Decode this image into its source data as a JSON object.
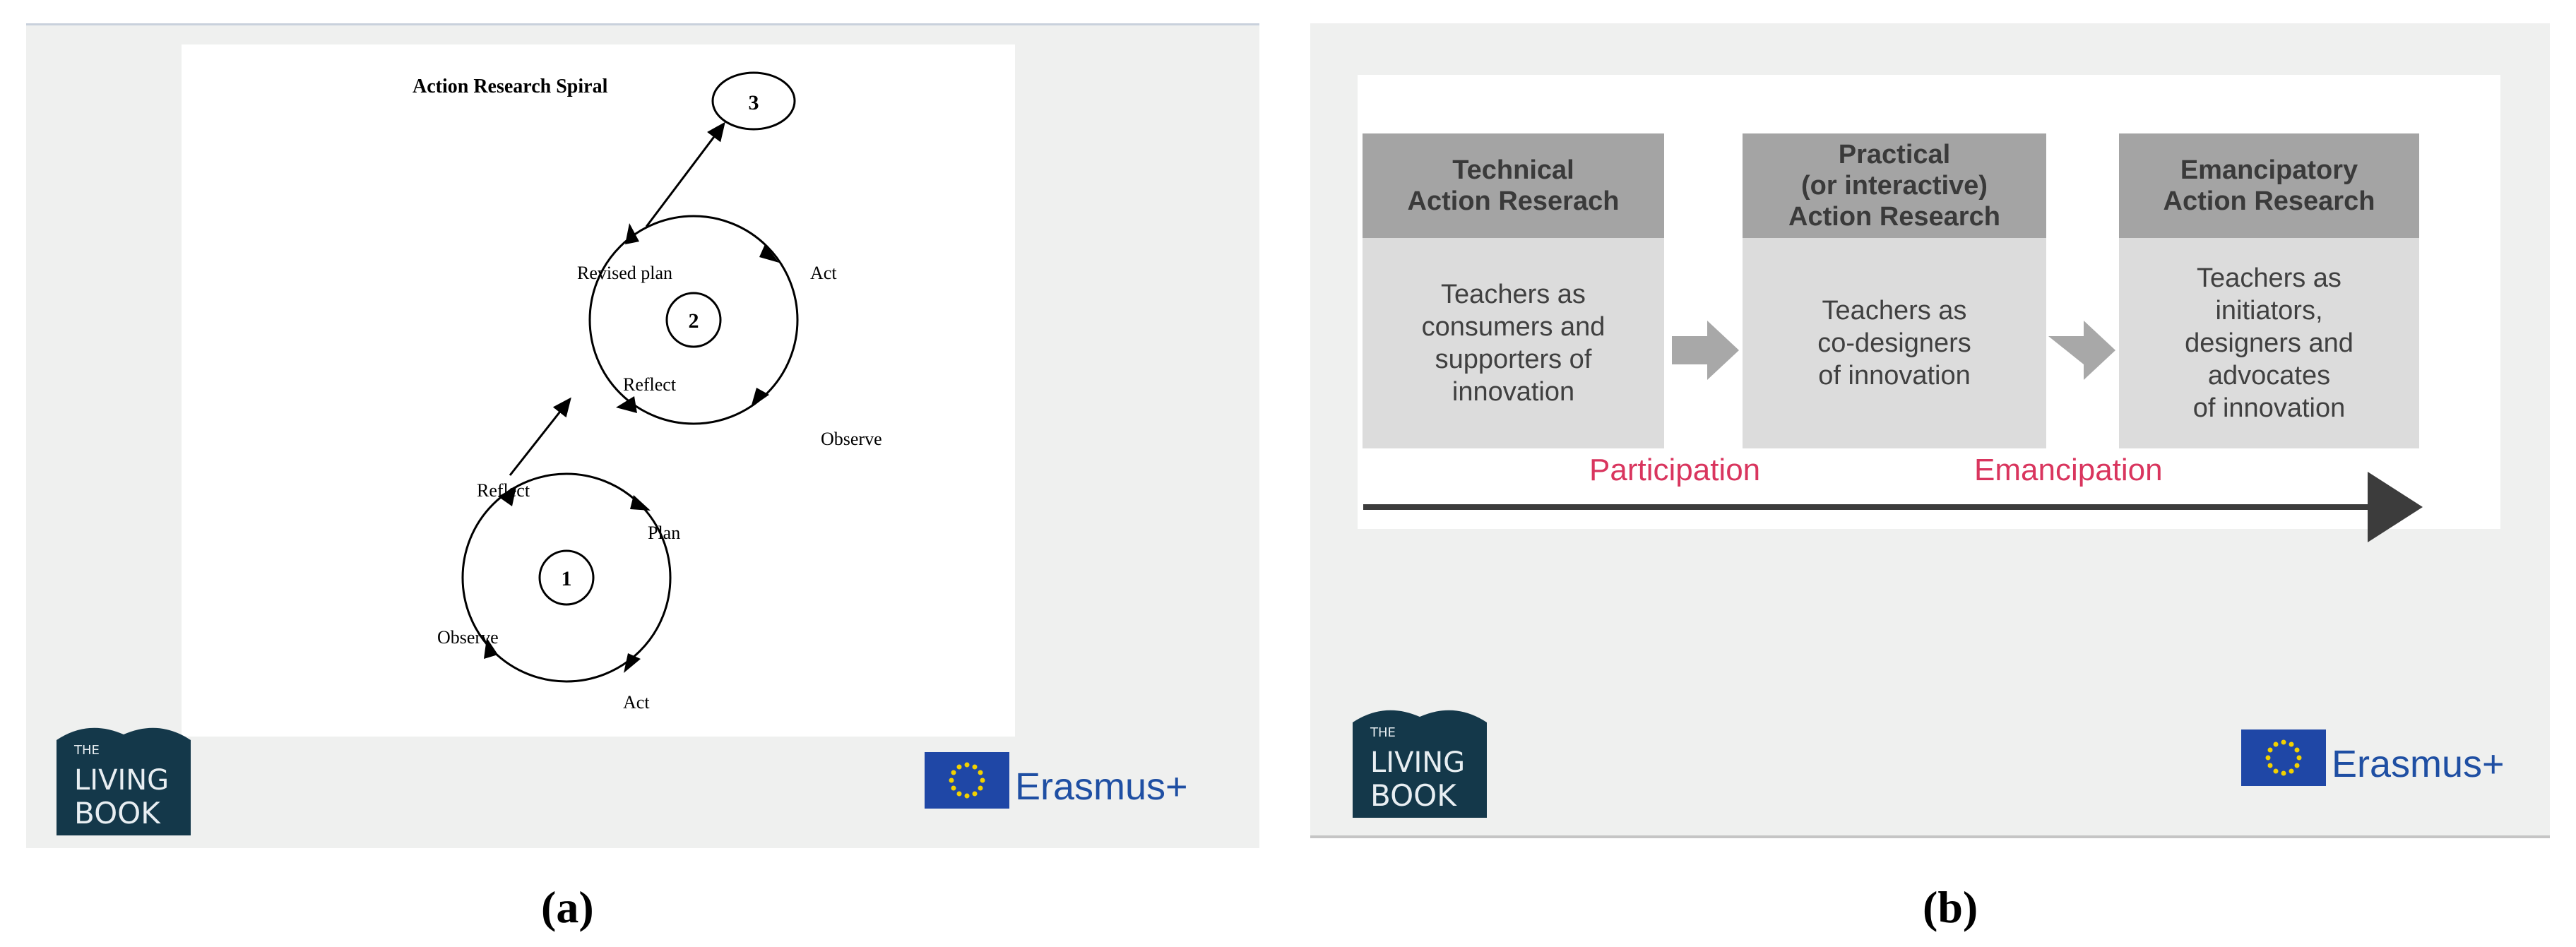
{
  "captions": {
    "a": "(a)",
    "b": "(b)"
  },
  "panel_a": {
    "title": "Action Research Spiral",
    "cycles": [
      {
        "number": "1",
        "labels": {
          "top_left": "Reflect",
          "right": "Plan",
          "left": "Observe",
          "bottom": "Act"
        }
      },
      {
        "number": "2",
        "labels": {
          "top_left": "Revised plan",
          "right": "Act",
          "left": "Reflect",
          "bottom": "Observe"
        }
      },
      {
        "number": "3"
      }
    ]
  },
  "panel_b": {
    "stages": [
      {
        "title": "Technical\nAction Reserach",
        "body": "Teachers as\nconsumers and\nsupporters of\ninnovation"
      },
      {
        "title": "Practical\n(or interactive)\nAction Research",
        "body": "Teachers as\nco-designers\nof innovation"
      },
      {
        "title": "Emancipatory\nAction Research",
        "body": "Teachers as\ninitiators,\ndesigners and\nadvocates\nof innovation"
      }
    ],
    "axis_labels": [
      "Participation",
      "Emancipation"
    ],
    "colors": {
      "accent_label": "#d9355e",
      "header": "#a4a4a4",
      "body": "#dcdcdc",
      "arrow": "#3c3c3c"
    }
  },
  "logos": {
    "living_book": {
      "line1": "THE",
      "line2": "LIVING",
      "line3": "BOOK"
    },
    "erasmus": {
      "text": "Erasmus+"
    }
  }
}
